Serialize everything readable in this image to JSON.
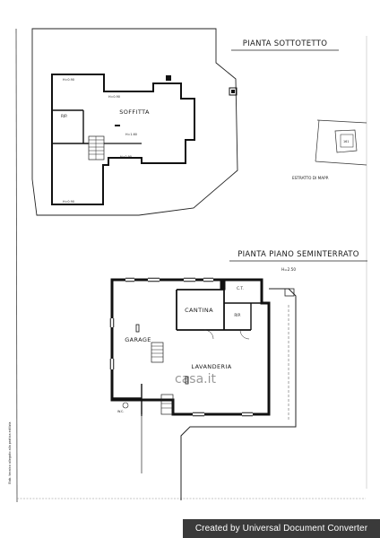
{
  "attic_plan": {
    "title": "PIANTA SOTTOTETTO",
    "room_main": "SOFFITTA",
    "room_small": "RIP.",
    "heights": [
      "H=0.90",
      "H=0.90",
      "H=1.60",
      "H=0.90",
      "H=0.90"
    ]
  },
  "cadastral": {
    "title": "ESTRATTO DI MAPP.",
    "parcel": "161"
  },
  "basement_plan": {
    "title": "PIANTA PIANO SEMINTERRATO",
    "height": "H=2.50",
    "rooms": {
      "ct": "C.T.",
      "cantina": "CANTINA",
      "rip": "RIP.",
      "garage": "GARAGE",
      "lavanderia": "LAVANDERIA",
      "wc": "W.C."
    }
  },
  "watermark": "casa.it",
  "side_note": "Elab. tecnico allegato alla pratica edilizia",
  "footer": "Created by Universal Document Converter"
}
